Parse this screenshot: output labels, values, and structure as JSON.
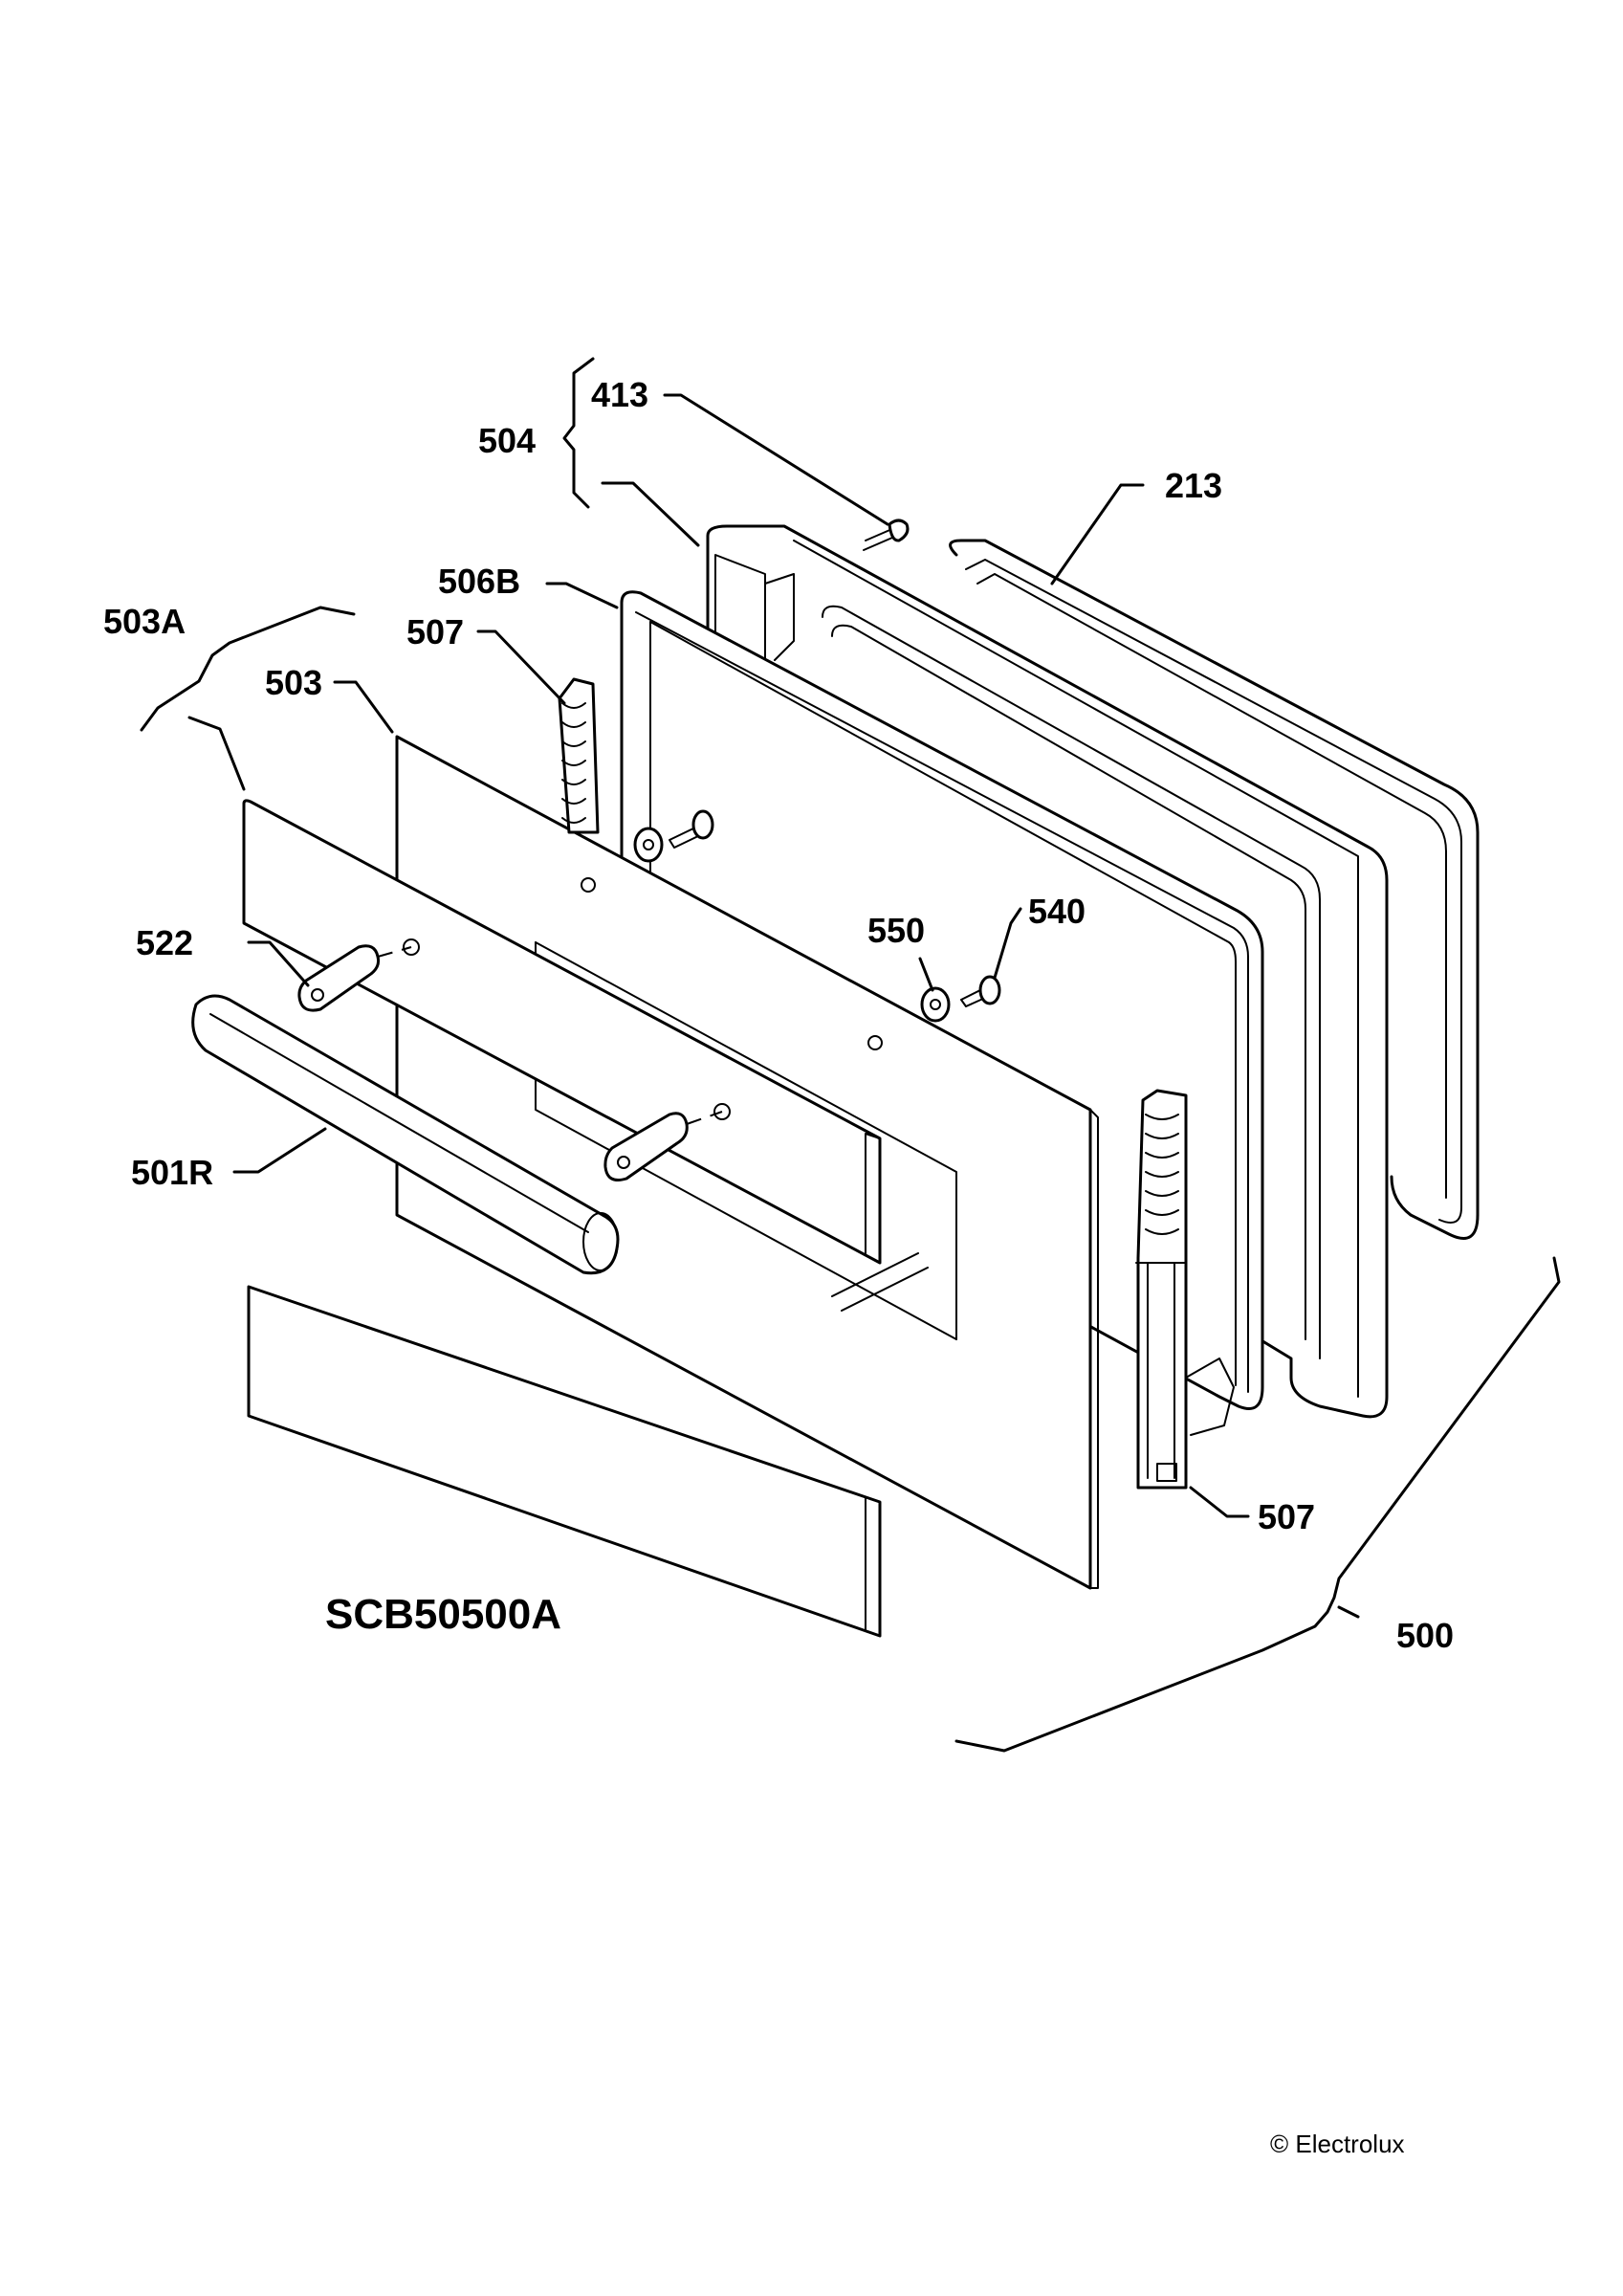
{
  "diagram": {
    "code": "SCB50500A",
    "copyright": "© Electrolux",
    "labels": {
      "p413": "413",
      "p504": "504",
      "p213": "213",
      "p506B": "506B",
      "p503A": "503A",
      "p507_top": "507",
      "p503": "503",
      "p522": "522",
      "p550": "550",
      "p540": "540",
      "p501R": "501R",
      "p507_bottom": "507",
      "p500": "500"
    }
  }
}
